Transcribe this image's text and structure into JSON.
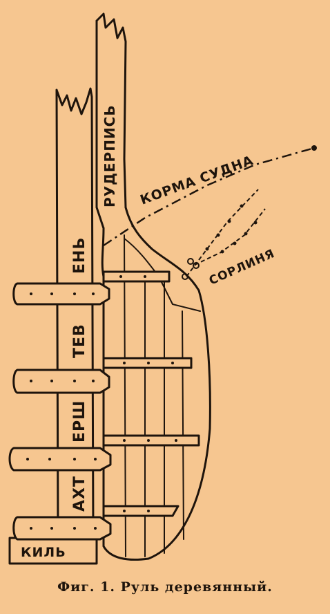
{
  "labels": {
    "rudder_stock": "РУДЕРПИСЬ",
    "stern": "КОРМА СУДНА",
    "lanyard": "СОРЛИНЯ",
    "sternpost_1": "АХТ",
    "sternpost_2": "ЕРШ",
    "sternpost_3": "ТЕВ",
    "sternpost_4": "ЕНЬ",
    "keel": "КИЛЬ"
  },
  "caption": "Фиг. 1. Руль деревянный.",
  "colors": {
    "background": "#f6c690",
    "ink": "#1e140c"
  }
}
